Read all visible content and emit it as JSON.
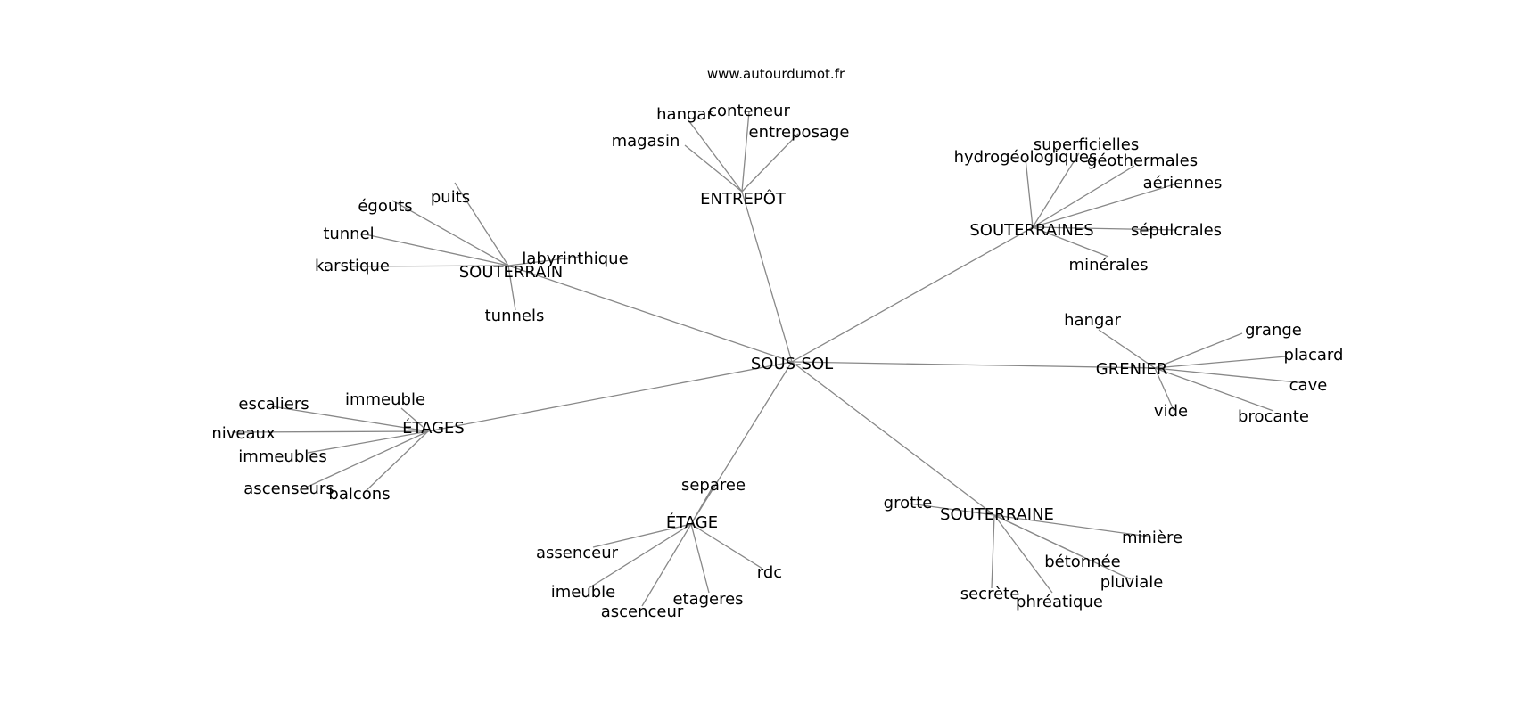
{
  "source": "www.autourdumot.fr",
  "center": "SOUS-SOL",
  "clusters": [
    {
      "id": "souterrain",
      "label": "SOUTERRAIN",
      "children": [
        "puits",
        "égouts",
        "tunnel",
        "karstique",
        "labyrinthique",
        "tunnels"
      ]
    },
    {
      "id": "entrepot",
      "label": "ENTREPÔT",
      "children": [
        "hangar",
        "conteneur",
        "magasin",
        "entreposage"
      ]
    },
    {
      "id": "souterraines",
      "label": "SOUTERRAINES",
      "children": [
        "hydrogéologiques",
        "superficielles",
        "géothermales",
        "aériennes",
        "sépulcrales",
        "minérales"
      ]
    },
    {
      "id": "grenier",
      "label": "GRENIER",
      "children": [
        "hangar",
        "grange",
        "placard",
        "cave",
        "vide",
        "brocante"
      ]
    },
    {
      "id": "etages",
      "label": "ÉTAGES",
      "children": [
        "escaliers",
        "immeuble",
        "niveaux",
        "immeubles",
        "ascenseurs",
        "balcons"
      ]
    },
    {
      "id": "etage",
      "label": "ÉTAGE",
      "children": [
        "separee",
        "assenceur",
        "rdc",
        "imeuble",
        "ascenceur",
        "etageres"
      ]
    },
    {
      "id": "souterraine",
      "label": "SOUTERRAINE",
      "children": [
        "grotte",
        "minière",
        "bétonnée",
        "pluviale",
        "secrète",
        "phréatique"
      ]
    }
  ]
}
